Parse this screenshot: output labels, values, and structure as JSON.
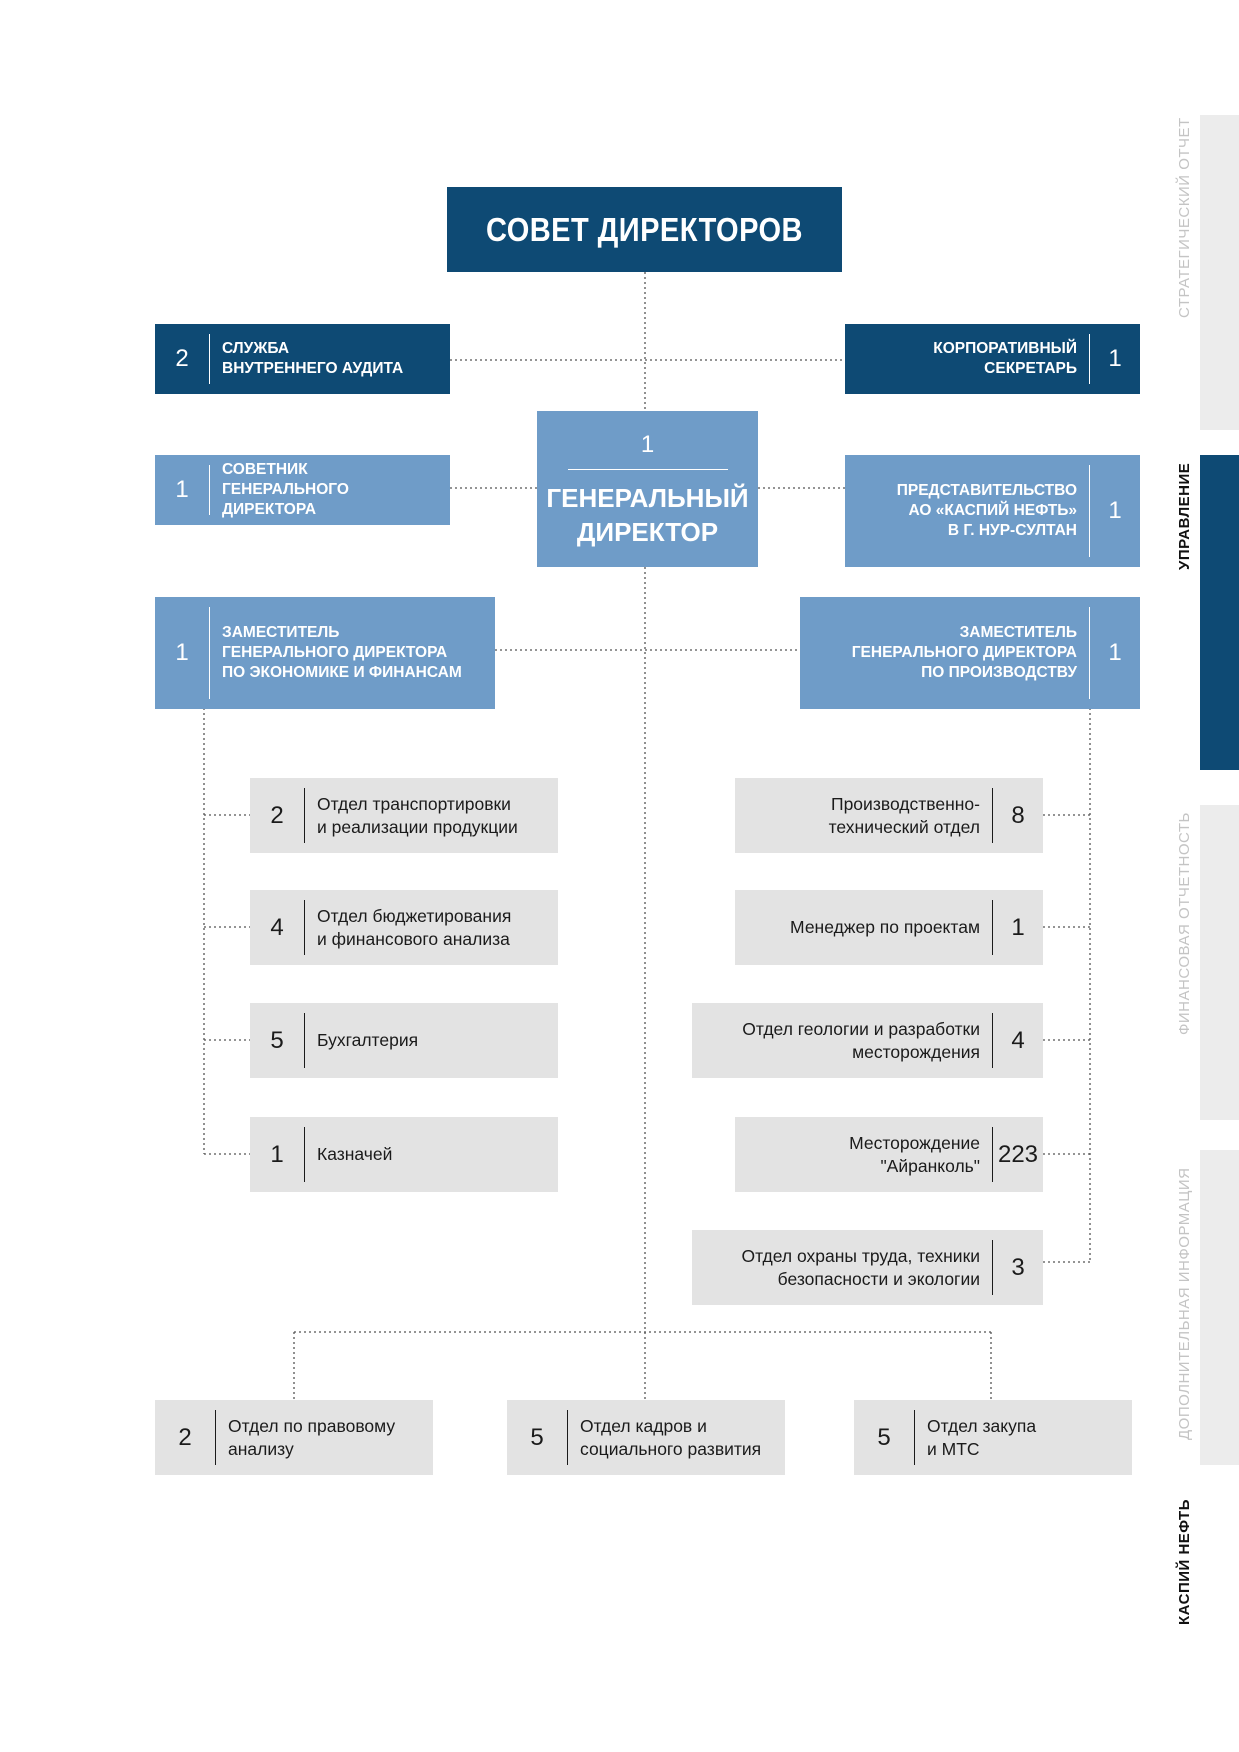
{
  "board": "СОВЕТ ДИРЕКТОРОВ",
  "audit": {
    "num": "2",
    "label": "СЛУЖБА\nВНУТРЕННЕГО АУДИТА"
  },
  "corp_secretary": {
    "num": "1",
    "label": "КОРПОРАТИВНЫЙ\nСЕКРЕТАРЬ"
  },
  "advisor": {
    "num": "1",
    "label": "СОВЕТНИК ГЕНЕРАЛЬНОГО\nДИРЕКТОРА"
  },
  "ceo": {
    "num": "1",
    "label": "ГЕНЕРАЛЬНЫЙ\nДИРЕКТОР"
  },
  "representative": {
    "num": "1",
    "label": "ПРЕДСТАВИТЕЛЬСТВО\nАО «КАСПИЙ НЕФТЬ»\nВ Г. НУР-СУЛТАН"
  },
  "deputy_finance": {
    "num": "1",
    "label": "ЗАМЕСТИТЕЛЬ\nГЕНЕРАЛЬНОГО ДИРЕКТОРА\nПО ЭКОНОМИКЕ И ФИНАНСАМ"
  },
  "deputy_production": {
    "num": "1",
    "label": "ЗАМЕСТИТЕЛЬ\nГЕНЕРАЛЬНОГО ДИРЕКТОРА\nПО ПРОИЗВОДСТВУ"
  },
  "finance_depts": [
    {
      "num": "2",
      "label": "Отдел транспортировки\nи реализации продукции"
    },
    {
      "num": "4",
      "label": "Отдел бюджетирования\nи финансового анализа"
    },
    {
      "num": "5",
      "label": "Бухгалтерия"
    },
    {
      "num": "1",
      "label": "Казначей"
    }
  ],
  "production_depts": [
    {
      "num": "8",
      "label": "Производственно-\nтехнический отдел"
    },
    {
      "num": "1",
      "label": "Менеджер по проектам"
    },
    {
      "num": "4",
      "label": "Отдел геологии и разработки\nместорождения"
    },
    {
      "num": "223",
      "label": "Месторождение\n\"Айранколь\""
    },
    {
      "num": "3",
      "label": "Отдел охраны труда, техники\nбезопасности и экологии"
    }
  ],
  "bottom_depts": [
    {
      "num": "2",
      "label": "Отдел по правовому\nанализу"
    },
    {
      "num": "5",
      "label": "Отдел кадров и\nсоциального развития"
    },
    {
      "num": "5",
      "label": "Отдел закупа\nи МТС"
    }
  ],
  "sidebar": {
    "strategic": "СТРАТЕГИЧЕСКИЙ ОТЧЕТ",
    "management": "УПРАВЛЕНИЕ",
    "financial": "ФИНАНСОВАЯ ОТЧЕТНОСТЬ",
    "additional": "ДОПОЛНИТЕЛЬНАЯ ИНФОРМАЦИЯ",
    "company": "КАСПИЙ НЕФТЬ"
  },
  "colors": {
    "dark_blue": "#0e4a74",
    "mid_blue": "#6f9cc8",
    "gray_box": "#e3e3e3"
  }
}
